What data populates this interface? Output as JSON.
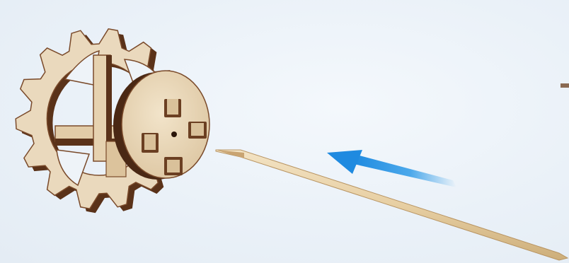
{
  "diagram": {
    "description_hidden": "",
    "colors": {
      "background": "#eef3f8",
      "wood_face": "#ead9bd",
      "wood_edge": "#6b3f22",
      "wood_dark": "#4a2814",
      "arrow": "#2f9be8",
      "toothpick": "#e7cfa3"
    },
    "parts": [
      {
        "name": "wooden-gear",
        "teeth": 14
      },
      {
        "name": "toothpick-axle"
      },
      {
        "name": "insert-direction-arrow",
        "direction": "toward-gear"
      }
    ]
  }
}
